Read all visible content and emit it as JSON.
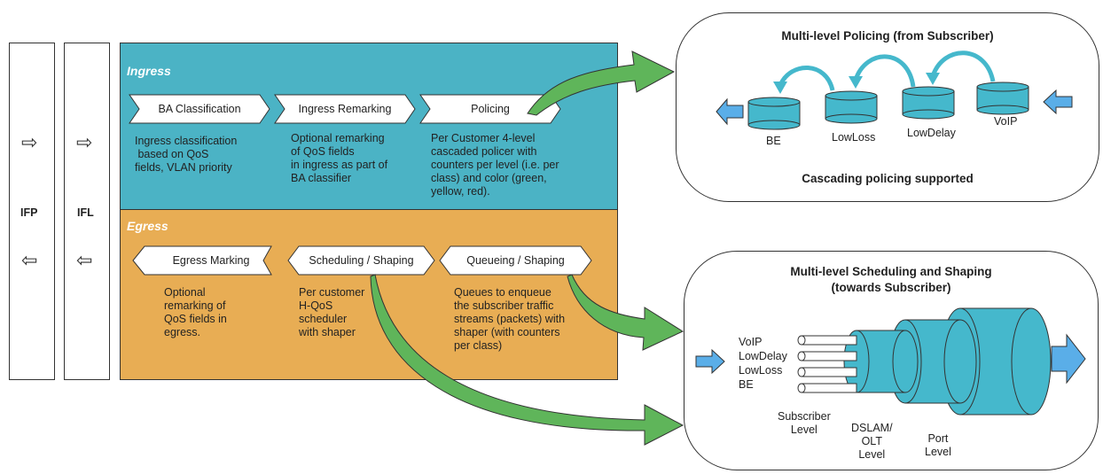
{
  "columns": {
    "ifp": "IFP",
    "ifl": "IFL",
    "arrow_right": "⇨",
    "arrow_left": "⇦"
  },
  "ingress": {
    "title": "Ingress",
    "steps": [
      {
        "label": "BA Classification",
        "desc": [
          "Ingress classification",
          " based on QoS",
          "fields, VLAN priority"
        ]
      },
      {
        "label": "Ingress Remarking",
        "desc": [
          "Optional remarking",
          "of QoS fields",
          "in ingress as part of",
          "BA classifier"
        ]
      },
      {
        "label": "Policing",
        "desc": [
          "Per Customer 4-level",
          "cascaded policer with",
          "counters per level (i.e. per",
          "class) and color (green,",
          "yellow, red)."
        ]
      }
    ]
  },
  "egress": {
    "title": "Egress",
    "steps": [
      {
        "label": "Egress Marking",
        "desc": [
          "Optional",
          "remarking of",
          "QoS fields in",
          "egress."
        ]
      },
      {
        "label": "Scheduling / Shaping",
        "desc": [
          "Per customer",
          "H-QoS",
          "scheduler",
          "with shaper"
        ]
      },
      {
        "label": "Queueing / Shaping",
        "desc": [
          "Queues to enqueue",
          "the subscriber traffic",
          "streams (packets) with",
          "shaper (with counters",
          "per class)"
        ]
      }
    ]
  },
  "policing_box": {
    "title": "Multi-level Policing (from Subscriber)",
    "levels": [
      "BE",
      "LowLoss",
      "LowDelay",
      "VoIP"
    ],
    "footer": "Cascading policing supported"
  },
  "scheduling_box": {
    "title_line1": "Multi-level Scheduling and Shaping",
    "title_line2": "(towards Subscriber)",
    "classes": [
      "VoIP",
      "LowDelay",
      "LowLoss",
      "BE"
    ],
    "levels": [
      {
        "name": [
          "Subscriber",
          "Level"
        ]
      },
      {
        "name": [
          "DSLAM/",
          "OLT",
          "Level"
        ]
      },
      {
        "name": [
          "Port",
          "Level"
        ]
      }
    ]
  },
  "colors": {
    "ingress": "#4bb3c5",
    "egress": "#e8ad54",
    "green_arrow": "#5fb55a",
    "blue_arrow": "#5aaee8",
    "cylinder": "#45b8cc"
  }
}
